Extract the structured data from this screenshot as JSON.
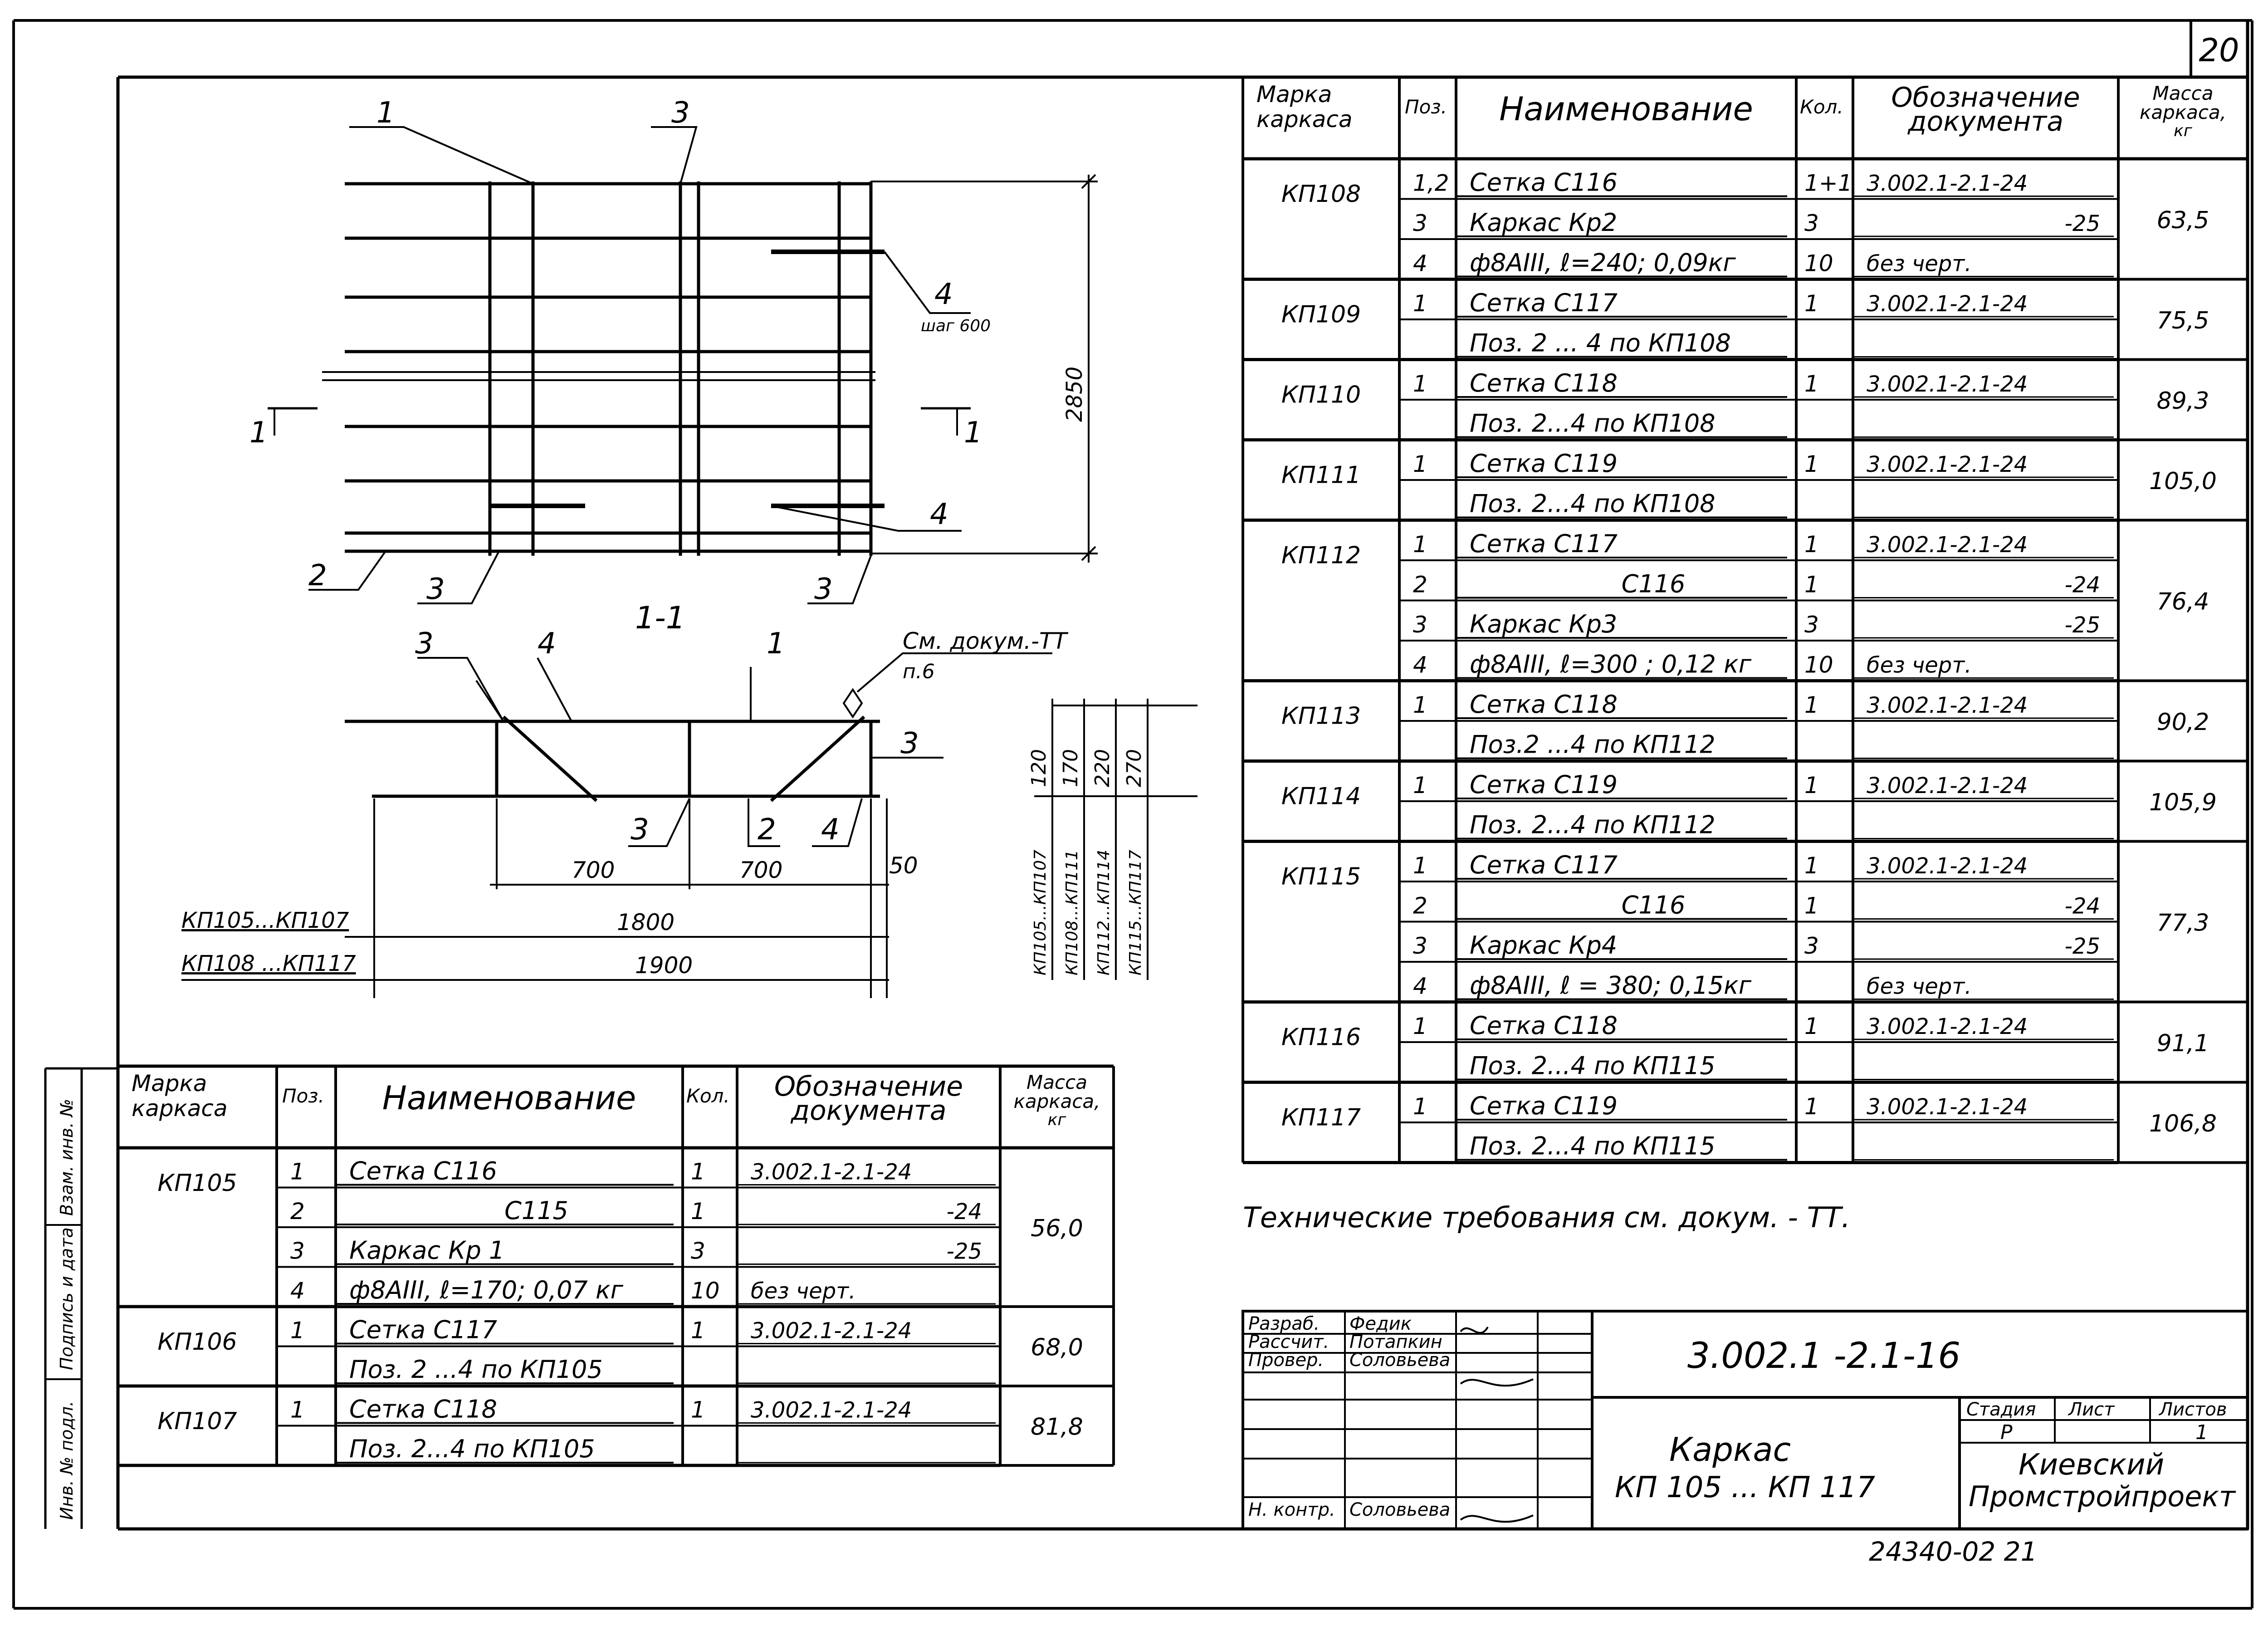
{
  "sheet_number": "20",
  "drawing": {
    "pos_labels": {
      "p1": "1",
      "p2": "2",
      "p3": "3",
      "p4": "4"
    },
    "step_note": "шаг 600",
    "height_dim": "2850",
    "section_mark": "1",
    "section_title": "1-1",
    "ref_note_line1": "См. докум.-ТТ",
    "ref_note_line2": "п.6",
    "dim_700_a": "700",
    "dim_700_b": "700",
    "dim_50": "50",
    "dim_1800": "1800",
    "dim_1900": "1900",
    "range_a": "КП105...КП107",
    "range_b": "КП108 ...КП117",
    "vdims": [
      {
        "value": "120",
        "range": "КП105...КП107"
      },
      {
        "value": "170",
        "range": "КП108...КП111"
      },
      {
        "value": "220",
        "range": "КП112...КП114"
      },
      {
        "value": "270",
        "range": "КП115...КП117"
      }
    ]
  },
  "table_headers": {
    "mark": [
      "Марка",
      "каркаса"
    ],
    "pos": "Поз.",
    "name": "Наименование",
    "qty": "Кол.",
    "doc": [
      "Обозначение",
      "документа"
    ],
    "mass": [
      "Масса",
      "каркаса,",
      "кг"
    ]
  },
  "top_table": {
    "groups": [
      {
        "mark": "КП108",
        "mass": "63,5",
        "rows": [
          {
            "pos": "1,2",
            "name": "Сетка  С116",
            "qty": "1+1",
            "doc": "3.002.1-2.1-24"
          },
          {
            "pos": "3",
            "name": "Каркас  Кр2",
            "qty": "3",
            "doc": "-25"
          },
          {
            "pos": "4",
            "name": "ф8АIII, ℓ=240; 0,09кг",
            "qty": "10",
            "doc": "без  черт."
          }
        ]
      },
      {
        "mark": "КП109",
        "mass": "75,5",
        "rows": [
          {
            "pos": "1",
            "name": "Сетка  С117",
            "qty": "1",
            "doc": "3.002.1-2.1-24"
          },
          {
            "pos": "",
            "name": "Поз. 2 ... 4 по  КП108",
            "qty": "",
            "doc": ""
          }
        ]
      },
      {
        "mark": "КП110",
        "mass": "89,3",
        "rows": [
          {
            "pos": "1",
            "name": "Сетка  С118",
            "qty": "1",
            "doc": "3.002.1-2.1-24"
          },
          {
            "pos": "",
            "name": "Поз. 2...4  по  КП108",
            "qty": "",
            "doc": ""
          }
        ]
      },
      {
        "mark": "КП111",
        "mass": "105,0",
        "rows": [
          {
            "pos": "1",
            "name": "Сетка  С119",
            "qty": "1",
            "doc": "3.002.1-2.1-24"
          },
          {
            "pos": "",
            "name": "Поз. 2...4  по  КП108",
            "qty": "",
            "doc": ""
          }
        ]
      },
      {
        "mark": "КП112",
        "mass": "76,4",
        "rows": [
          {
            "pos": "1",
            "name": "Сетка  С117",
            "qty": "1",
            "doc": "3.002.1-2.1-24"
          },
          {
            "pos": "2",
            "name": "С116",
            "qty": "1",
            "doc": "-24"
          },
          {
            "pos": "3",
            "name": "Каркас  Кр3",
            "qty": "3",
            "doc": "-25"
          },
          {
            "pos": "4",
            "name": "ф8АIII, ℓ=300 ; 0,12 кг",
            "qty": "10",
            "doc": "без  черт."
          }
        ]
      },
      {
        "mark": "КП113",
        "mass": "90,2",
        "rows": [
          {
            "pos": "1",
            "name": "Сетка  С118",
            "qty": "1",
            "doc": "3.002.1-2.1-24"
          },
          {
            "pos": "",
            "name": "Поз.2 ...4 по  КП112",
            "qty": "",
            "doc": ""
          }
        ]
      },
      {
        "mark": "КП114",
        "mass": "105,9",
        "rows": [
          {
            "pos": "1",
            "name": "Сетка  С119",
            "qty": "1",
            "doc": "3.002.1-2.1-24"
          },
          {
            "pos": "",
            "name": "Поз. 2...4  по  КП112",
            "qty": "",
            "doc": ""
          }
        ]
      },
      {
        "mark": "КП115",
        "mass": "77,3",
        "rows": [
          {
            "pos": "1",
            "name": "Сетка  С117",
            "qty": "1",
            "doc": "3.002.1-2.1-24"
          },
          {
            "pos": "2",
            "name": "С116",
            "qty": "1",
            "doc": "-24"
          },
          {
            "pos": "3",
            "name": "Каркас  Кр4",
            "qty": "3",
            "doc": "-25"
          },
          {
            "pos": "4",
            "name": "ф8АIII, ℓ = 380; 0,15кг",
            "qty": "",
            "doc": "без  черт."
          }
        ]
      },
      {
        "mark": "КП116",
        "mass": "91,1",
        "rows": [
          {
            "pos": "1",
            "name": "Сетка  С118",
            "qty": "1",
            "doc": "3.002.1-2.1-24"
          },
          {
            "pos": "",
            "name": "Поз. 2...4  по  КП115",
            "qty": "",
            "doc": ""
          }
        ]
      },
      {
        "mark": "КП117",
        "mass": "106,8",
        "rows": [
          {
            "pos": "1",
            "name": "Сетка  С119",
            "qty": "1",
            "doc": "3.002.1-2.1-24"
          },
          {
            "pos": "",
            "name": "Поз. 2...4  по  КП115",
            "qty": "",
            "doc": ""
          }
        ]
      }
    ]
  },
  "bottom_table": {
    "groups": [
      {
        "mark": "КП105",
        "mass": "56,0",
        "rows": [
          {
            "pos": "1",
            "name": "Сетка  С116",
            "qty": "1",
            "doc": "3.002.1-2.1-24"
          },
          {
            "pos": "2",
            "name": "С115",
            "qty": "1",
            "doc": "-24"
          },
          {
            "pos": "3",
            "name": "Каркас Кр 1",
            "qty": "3",
            "doc": "-25"
          },
          {
            "pos": "4",
            "name": "ф8АIII, ℓ=170;  0,07 кг",
            "qty": "10",
            "doc": "без  черт."
          }
        ]
      },
      {
        "mark": "КП106",
        "mass": "68,0",
        "rows": [
          {
            "pos": "1",
            "name": "Сетка  С117",
            "qty": "1",
            "doc": "3.002.1-2.1-24"
          },
          {
            "pos": "",
            "name": "Поз. 2 ...4 по  КП105",
            "qty": "",
            "doc": ""
          }
        ]
      },
      {
        "mark": "КП107",
        "mass": "81,8",
        "rows": [
          {
            "pos": "1",
            "name": "Сетка  С118",
            "qty": "1",
            "doc": "3.002.1-2.1-24"
          },
          {
            "pos": "",
            "name": "Поз. 2...4 по  КП105",
            "qty": "",
            "doc": ""
          }
        ]
      }
    ]
  },
  "tech_req": "Технические  требования  см.  докум. - ТТ.",
  "side_stamp": [
    "Инв. № подл.",
    "Подпись и дата",
    "Взам. инв. №"
  ],
  "title_block": {
    "roles": [
      "Разраб.",
      "Рассчит.",
      "Провер.",
      "",
      "",
      "",
      "Н. контр."
    ],
    "names": [
      "Федик",
      "Потапкин",
      "Соловьева",
      "",
      "",
      "",
      "Соловьева"
    ],
    "code": "3.002.1 -2.1-16",
    "title_line1": "Каркас",
    "title_line2": "КП 105 ... КП 117",
    "stage_h": "Стадия",
    "sheet_h": "Лист",
    "sheets_h": "Листов",
    "stage": "Р",
    "sheets": "1",
    "org_line1": "Киевский",
    "org_line2": "Промстройпроект"
  },
  "footer": "24340-02   21"
}
